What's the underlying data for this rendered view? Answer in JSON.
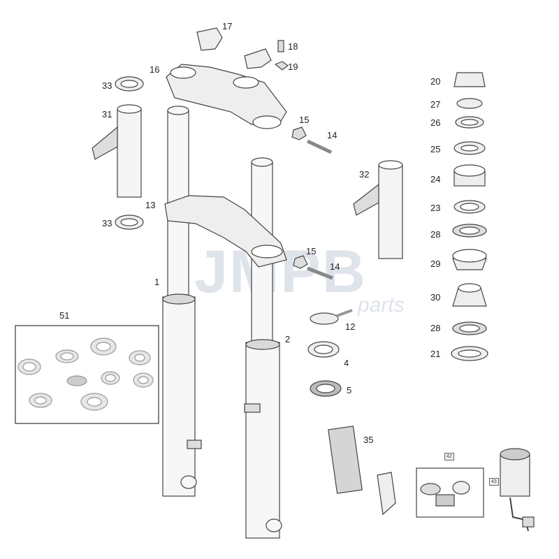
{
  "watermark": {
    "brand": "JMPB",
    "suffix": "parts"
  },
  "kit_box": {
    "label": "51"
  },
  "tags": {
    "switch_kit": "42",
    "ignition": "43"
  },
  "labels": {
    "p1": "1",
    "p2": "2",
    "p4": "4",
    "p5": "5",
    "p12": "12",
    "p13": "13",
    "p14a": "14",
    "p14b": "14",
    "p15a": "15",
    "p15b": "15",
    "p16": "16",
    "p17": "17",
    "p18": "18",
    "p19": "19",
    "p20": "20",
    "p21": "21",
    "p23": "23",
    "p24": "24",
    "p25": "25",
    "p26": "26",
    "p27": "27",
    "p28a": "28",
    "p28b": "28",
    "p29": "29",
    "p30": "30",
    "p31": "31",
    "p32": "32",
    "p33a": "33",
    "p33b": "33",
    "p35": "35"
  }
}
